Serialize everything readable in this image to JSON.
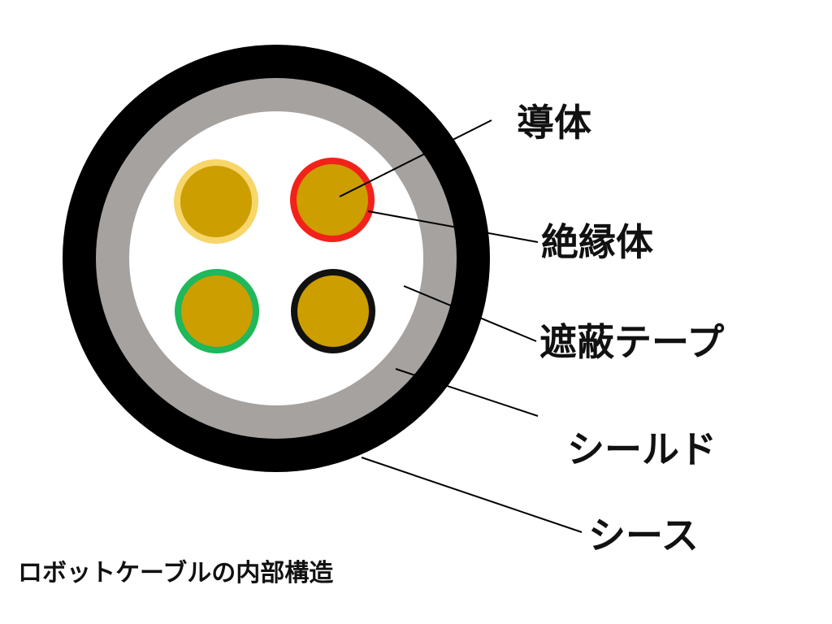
{
  "labels": {
    "conductor": "導体",
    "insulator": "絶縁体",
    "shield_tape": "遮蔽テープ",
    "shield": "シールド",
    "sheath": "シース"
  },
  "caption": "ロボットケーブルの内部構造",
  "colors": {
    "sheath": "#000000",
    "shield": "#a5a2a0",
    "shield_tape": "#ffffff",
    "conductor": "#cc9e00",
    "insulator_yellow": "#f7d66a",
    "insulator_red": "#f2221a",
    "insulator_green": "#1fb85a",
    "insulator_black": "#111111",
    "leader_line": "#000000"
  }
}
